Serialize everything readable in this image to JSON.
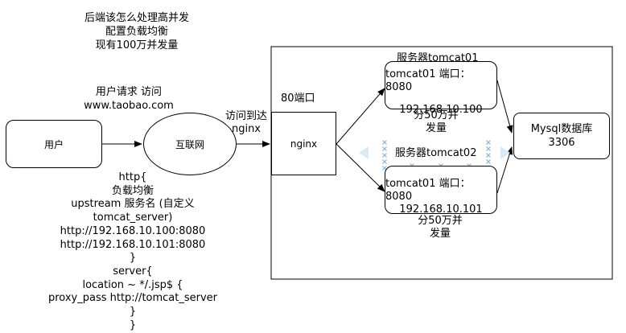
{
  "title_lines": [
    "后端该怎么处理高并发",
    "配置负载均衡",
    "现有100万并发量"
  ],
  "request_lines": [
    "用户请求 访问",
    "www.taobao.com"
  ],
  "nodes": {
    "user": "用户",
    "internet": "互联网",
    "nginx": "nginx",
    "mysql_lines": [
      "Mysql数据库",
      "3306"
    ]
  },
  "edge_label_lines": [
    "访问到达",
    "nginx"
  ],
  "port_label": "80端口",
  "server1": {
    "title": "服务器tomcat01",
    "line1": "tomcat01 端口：8080",
    "line2": "192.168.10.100",
    "note_lines": [
      "分50万并",
      "发量"
    ]
  },
  "server2": {
    "title": "服务器tomcat02",
    "line1": "tomcat01 端口：8080",
    "line2": "192.168.10.101",
    "note_lines": [
      "分50万并",
      "发量"
    ]
  },
  "config_lines": [
    "http{",
    "负载均衡",
    "upstream 服务名 (自定义",
    "tomcat_server)",
    "http://192.168.10.100:8080",
    "http://192.168.10.101:8080",
    "}",
    "server{",
    "location ~ */.jsp$ {",
    "proxy_pass  http://tomcat_server",
    "}",
    "}"
  ],
  "colors": {
    "stroke": "#000000",
    "drag_hint": "#7fb3d5",
    "drag_arrow": "#d6eaf8"
  }
}
